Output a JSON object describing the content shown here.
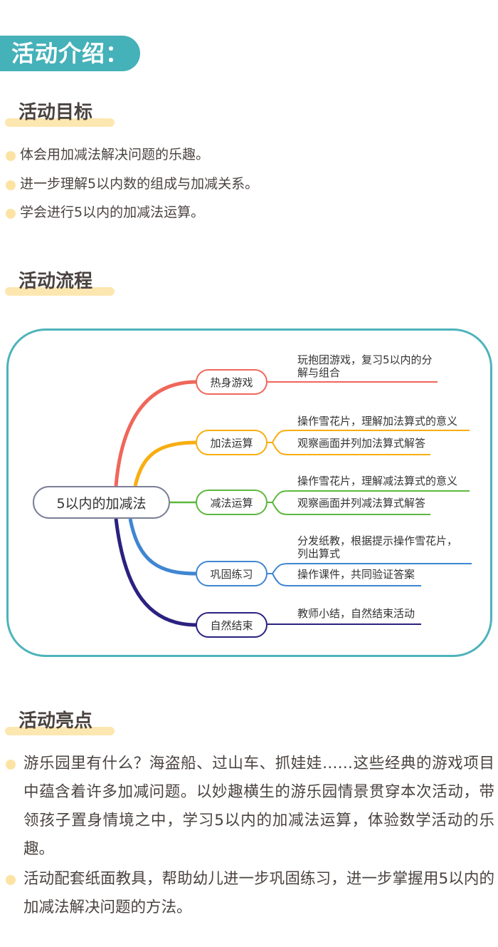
{
  "header": {
    "title": "活动介绍："
  },
  "goals": {
    "heading": "活动目标",
    "items": [
      "体会用加减法解决问题的乐趣。",
      "进一步理解5以内数的组成与加减关系。",
      "学会进行5以内的加减法运算。"
    ]
  },
  "flow": {
    "heading": "活动流程",
    "mindmap": {
      "root": "5以内的加减法",
      "branches": [
        {
          "label": "热身游戏",
          "color": "#f0665a",
          "leaves": [
            "玩抱团游戏，复习5以内的分\n解与组合"
          ]
        },
        {
          "label": "加法运算",
          "color": "#f8ae10",
          "leaves": [
            "操作雪花片，理解加法算式的意义",
            "观察画面并列加法算式解答"
          ]
        },
        {
          "label": "减法运算",
          "color": "#5cb83e",
          "leaves": [
            "操作雪花片，理解减法算式的意义",
            "观察画面并列减法算式解答"
          ]
        },
        {
          "label": "巩固练习",
          "color": "#3f86d2",
          "leaves": [
            "分发纸教，根据提示操作雪花片，\n列出算式",
            "操作课件，共同验证答案"
          ]
        },
        {
          "label": "自然结束",
          "color": "#2a2180",
          "leaves": [
            "教师小结，自然结束活动"
          ]
        }
      ]
    }
  },
  "highlights": {
    "heading": "活动亮点",
    "items": [
      "游乐园里有什么？海盗船、过山车、抓娃娃……这些经典的游戏项目中蕴含着许多加减问题。以妙趣横生的游乐园情景贯穿本次活动，带领孩子置身情境之中，学习5以内的加减法运算，体验数学活动的乐趣。",
      "活动配套纸面教具，帮助幼儿进一步巩固练习，进一步掌握用5以内的加减法解决问题的方法。"
    ]
  },
  "colors": {
    "accent_teal": "#45b1b9",
    "heading_underline": "#fde7b0",
    "bullet_dot": "#fde3a3",
    "text": "#4a4340"
  }
}
